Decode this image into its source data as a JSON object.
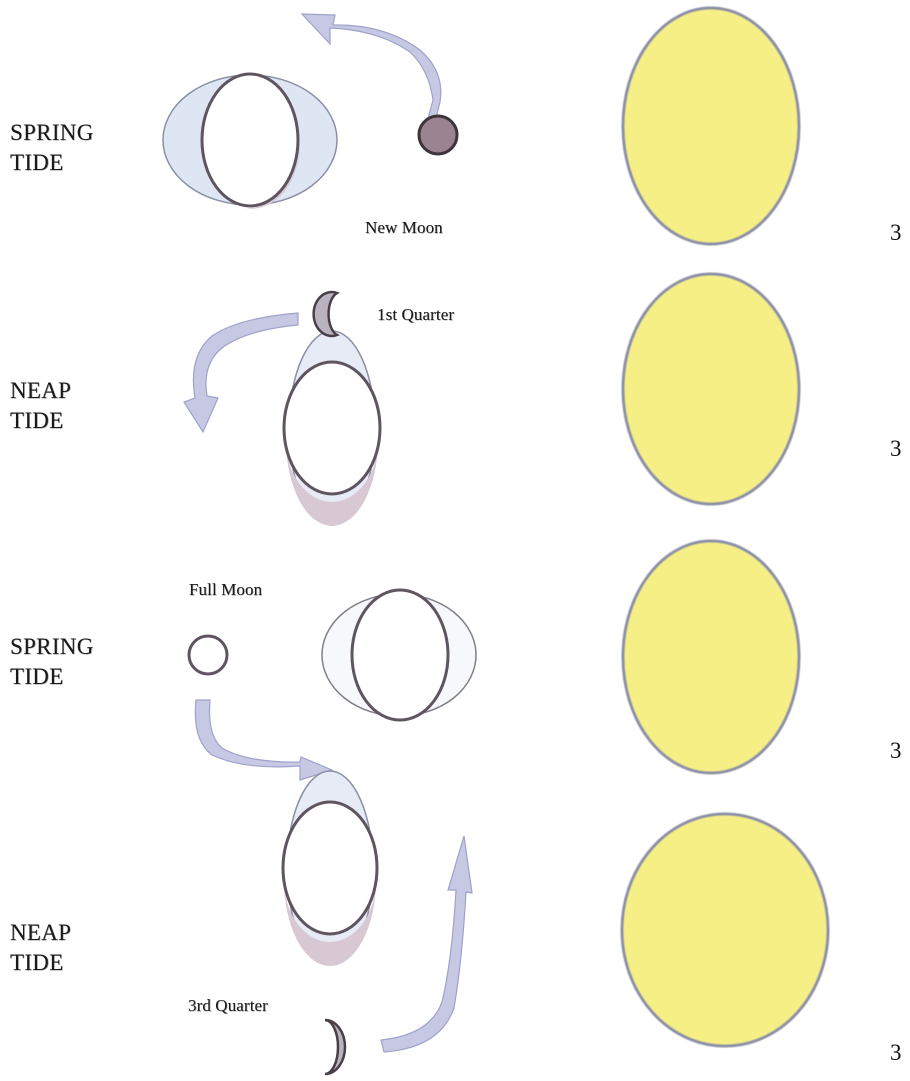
{
  "rows": [
    {
      "tide_line1": "SPRING",
      "tide_line2": "TIDE",
      "phase": "New Moon",
      "number": "3"
    },
    {
      "tide_line1": "NEAP",
      "tide_line2": "TIDE",
      "phase": "1st Quarter",
      "number": "3"
    },
    {
      "tide_line1": "SPRING",
      "tide_line2": "TIDE",
      "phase": "Full Moon",
      "number": "3"
    },
    {
      "tide_line1": "NEAP",
      "tide_line2": "TIDE",
      "phase": "3rd Quarter",
      "number": "3"
    }
  ],
  "colors": {
    "sun_fill": "#f5ef86",
    "sun_stroke": "#8c90a6",
    "water_fill": "#dfe6f3",
    "outline": "#6c6068",
    "arrow_fill": "#c6c8e4",
    "new_moon_fill": "#9a8491"
  }
}
